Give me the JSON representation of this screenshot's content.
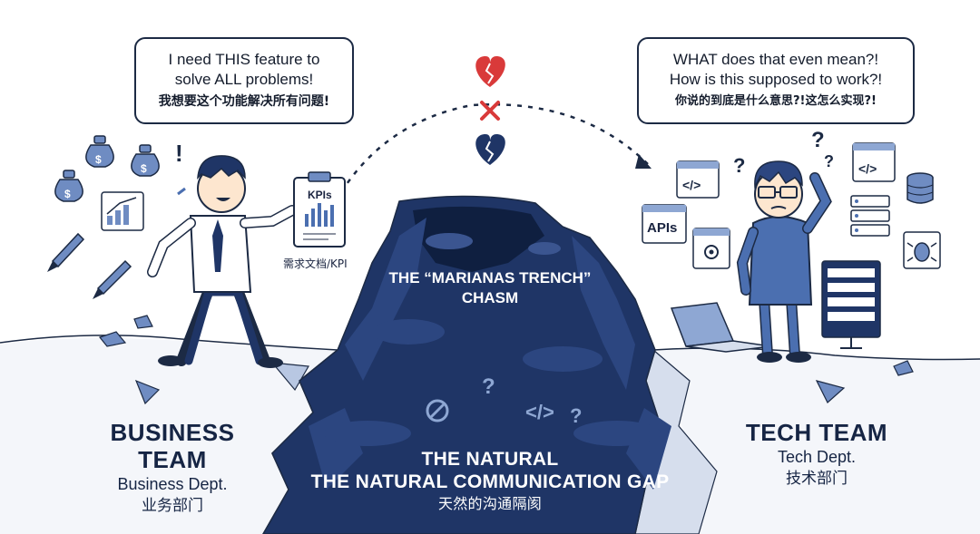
{
  "business_bubble": {
    "line1": "I need THIS feature to",
    "line2": "solve ALL problems!",
    "line3": "我想要这个功能解决所有问题!"
  },
  "tech_bubble": {
    "line1": "WHAT does that even mean?!",
    "line2": "How is this supposed to work?!",
    "line3": "你说的到底是什么意思?!这怎么实现?!"
  },
  "business_team": {
    "title": "BUSINESS TEAM",
    "subtitle": "Business Dept.",
    "chinese": "业务部门"
  },
  "tech_team": {
    "title": "TECH TEAM",
    "subtitle": "Tech Dept.",
    "chinese": "技术部门"
  },
  "clipboard": {
    "title": "KPIs",
    "caption": "需求文档/KPI"
  },
  "api_card": "APIs",
  "trench": {
    "line1": "THE “MARIANAS TRENCH”",
    "line2": "CHASM"
  },
  "gap": {
    "line1": "THE NATURAL",
    "line2": "THE NATURAL COMMUNICATION GAP",
    "chinese": "天然的沟通隔阂"
  },
  "colors": {
    "navy": "#1c2e54",
    "chasm": "#1f3566",
    "blue": "#4b6fb0",
    "light_blue": "#8ea7d3",
    "red": "#d93a3a"
  }
}
